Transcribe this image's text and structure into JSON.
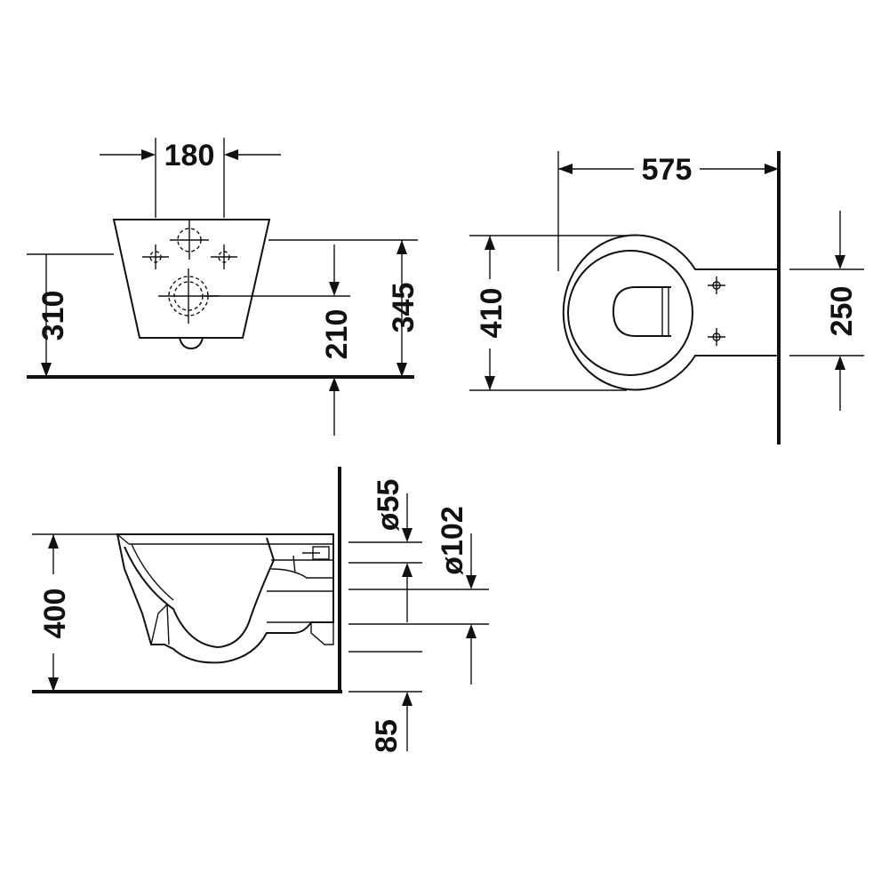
{
  "dimensions": {
    "front_view": {
      "bolt_spacing": "180",
      "fixing_height": "310",
      "outlet_height": "210",
      "overall_height": "345"
    },
    "top_view": {
      "projection": "575",
      "bowl_width": "410",
      "fixing_width": "250"
    },
    "side_view": {
      "height_to_rim": "400",
      "inlet_diameter": "ø55",
      "outlet_diameter": "ø102",
      "outlet_offset": "85"
    }
  },
  "colors": {
    "line": "#111111",
    "background": "#ffffff"
  }
}
